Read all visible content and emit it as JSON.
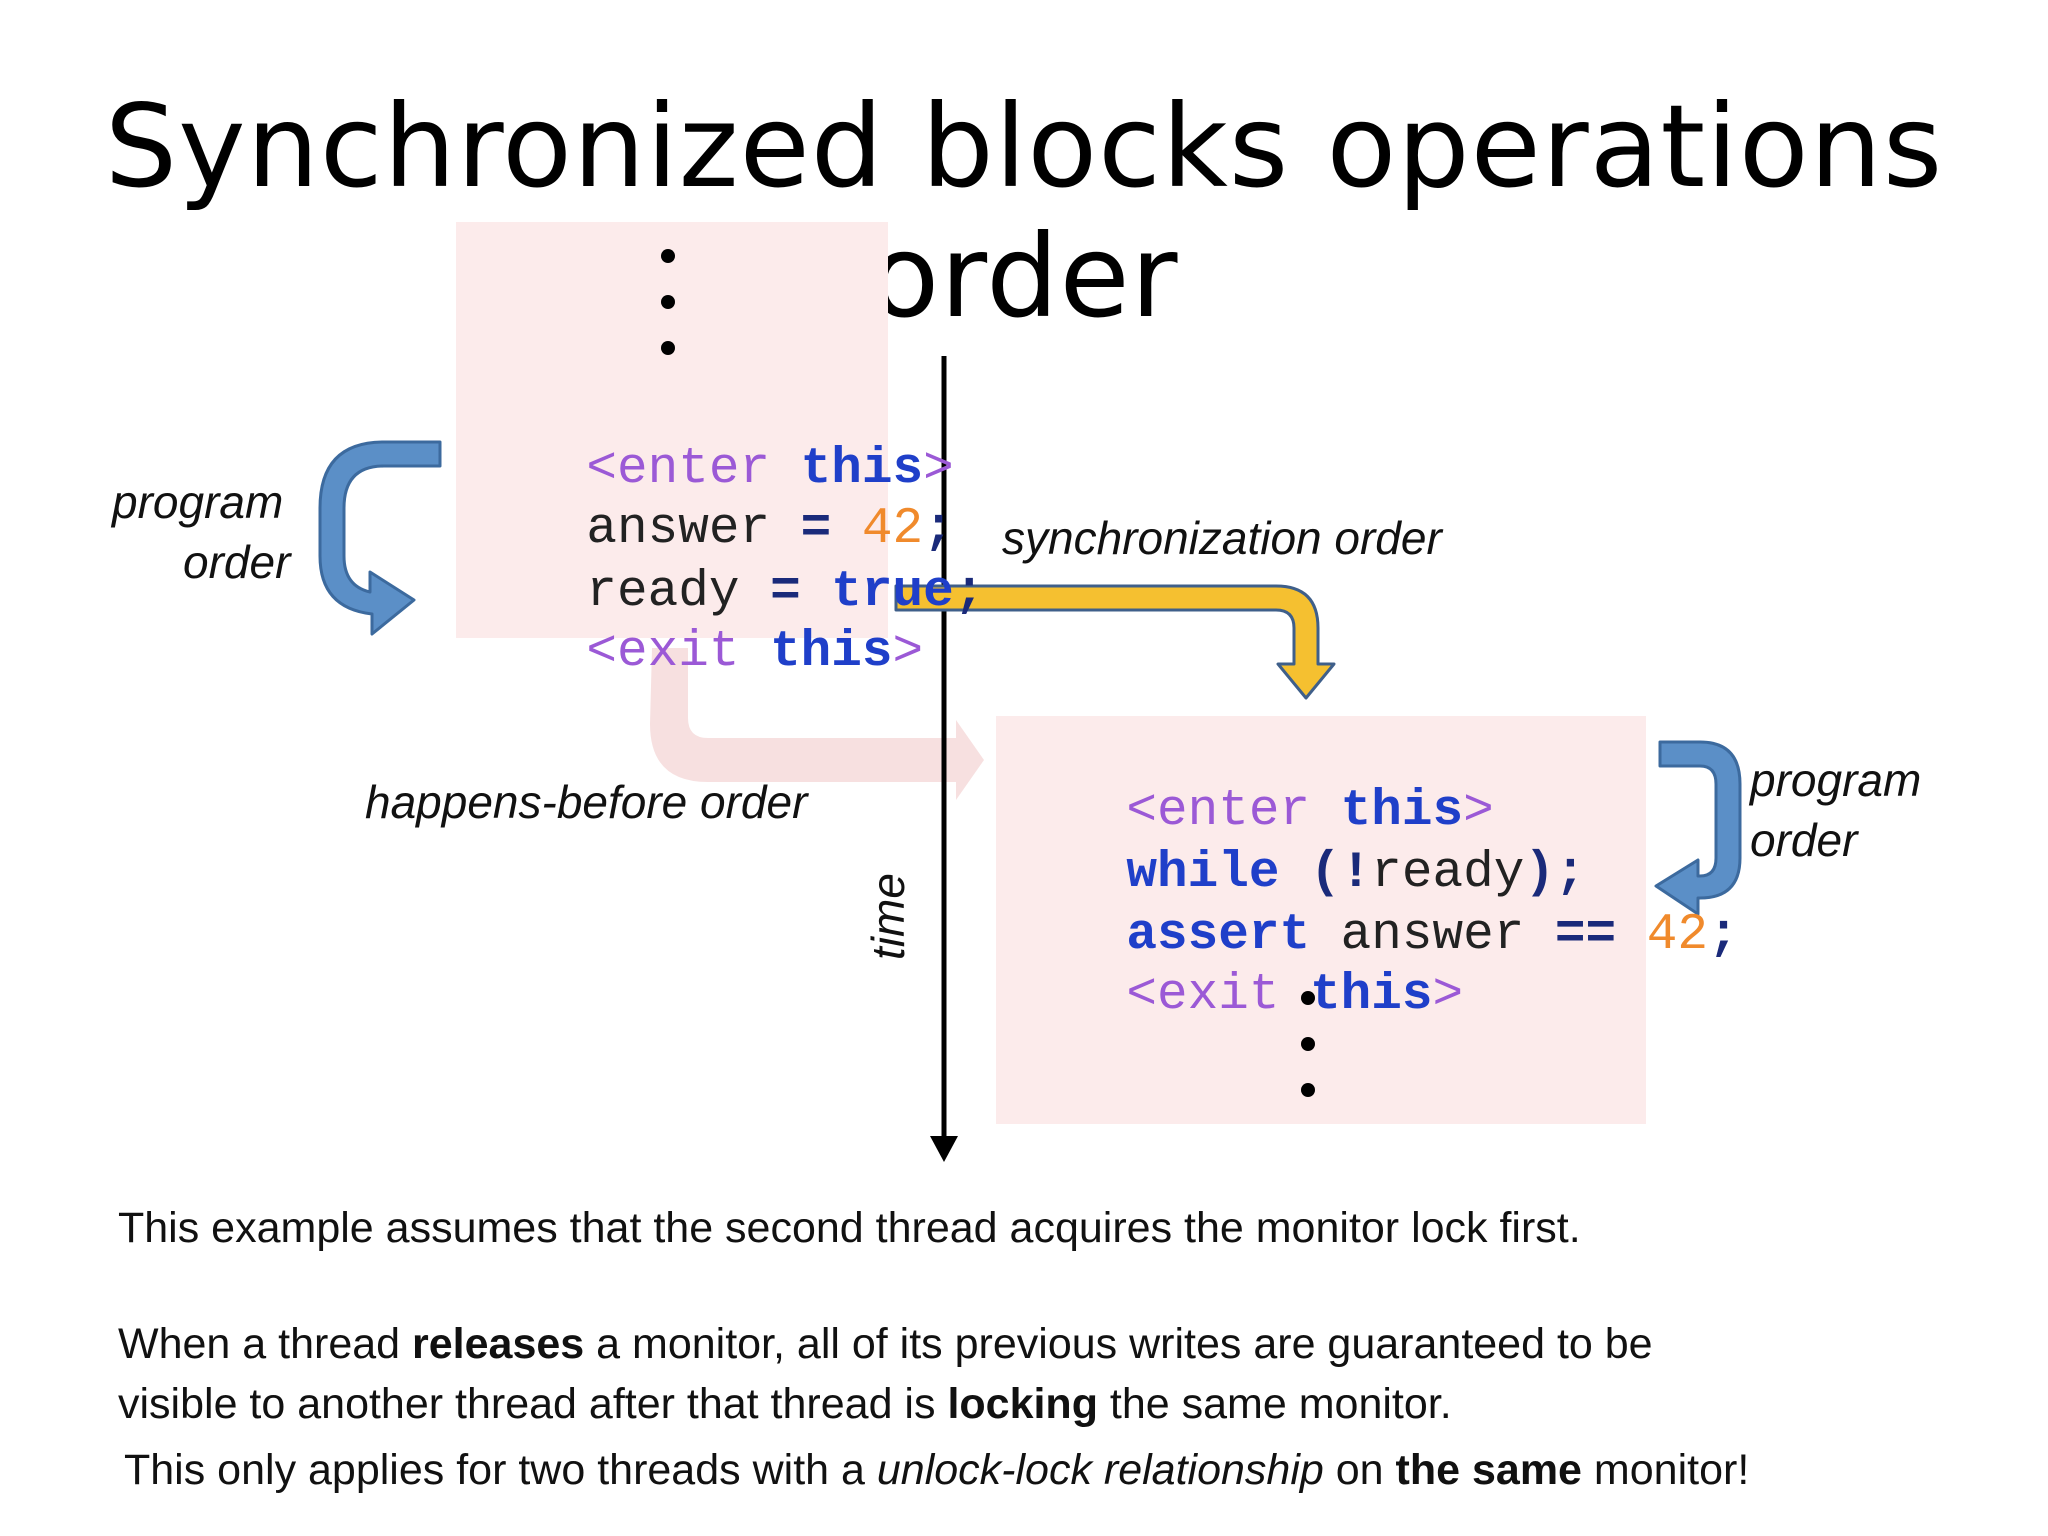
{
  "title": "Synchronized blocks operations order",
  "thread1": {
    "line1": {
      "open": "<enter ",
      "kw": "this",
      "close": ">"
    },
    "line2": {
      "ident": "answer ",
      "op": "=",
      "sp": " ",
      "num": "42",
      "semi": ";"
    },
    "line3": {
      "ident": "ready ",
      "op": "=",
      "sp": " ",
      "kw": "true",
      "semi": ";"
    },
    "line4": {
      "open": "<exit ",
      "kw": "this",
      "close": ">"
    }
  },
  "thread2": {
    "line1": {
      "open": "<enter ",
      "kw": "this",
      "close": ">"
    },
    "line2": {
      "kw": "while",
      "mid": " (",
      "op": "!",
      "ident": "ready",
      "close": ")",
      "semi": ";"
    },
    "line3": {
      "kw": "assert",
      "ident": " answer ",
      "op": "==",
      "sp": " ",
      "num": "42",
      "semi": ";"
    },
    "line4": {
      "open": "<exit ",
      "kw": "this",
      "close": ">"
    }
  },
  "labels": {
    "program_order_left_1": "program",
    "program_order_left_2": "order",
    "program_order_right_1": "program",
    "program_order_right_2": "order",
    "sync_order": "synchronization order",
    "hb_order": "happens-before order",
    "time": "time"
  },
  "text": {
    "p1": "This example assumes that the second thread acquires the monitor lock first.",
    "p2_a": "When a thread ",
    "p2_b": "releases",
    "p2_c": " a monitor, all of its previous writes are guaranteed to be",
    "p3_a": "visible to another thread after that thread is ",
    "p3_b": "locking",
    "p3_c": " the same monitor.",
    "p4_a": "This only applies for two threads with a ",
    "p4_b": "unlock-lock relationship",
    "p4_c": " on ",
    "p4_d": "the same",
    "p4_e": " monitor!"
  },
  "colors": {
    "box_bg": "#fcebeb",
    "keyword": "#1f3fc9",
    "tag": "#9b59d6",
    "number": "#f08a2c",
    "program_arrow": "#5b8fc7",
    "sync_arrow": "#f5c030",
    "hb_arrow": "#f7e0e0"
  }
}
